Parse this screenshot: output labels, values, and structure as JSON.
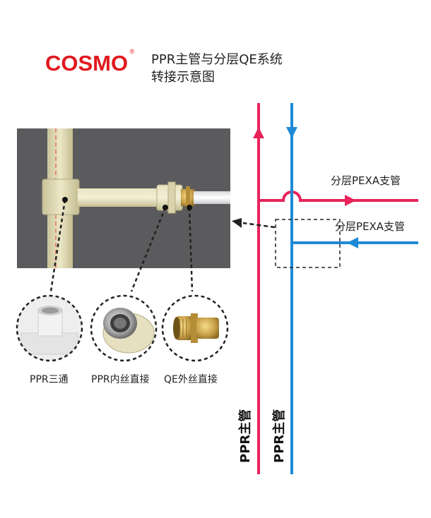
{
  "header": {
    "brand": "COSMO",
    "brand_mark": "®",
    "title_line1": "PPR主管与分层QE系统",
    "title_line2": "转接示意图"
  },
  "photo": {
    "description_icon": "pipe-assembly-photo"
  },
  "fittings": [
    {
      "label": "PPR三通",
      "icon": "ppr-tee-fitting-icon"
    },
    {
      "label": "PPR内丝直接",
      "icon": "ppr-female-thread-coupling-icon"
    },
    {
      "label": "QE外丝直接",
      "icon": "qe-male-thread-coupling-icon"
    }
  ],
  "branches": {
    "upper": "分层PEXA支管",
    "lower": "分层PEXA支管"
  },
  "mains": {
    "red": "PPR主管",
    "blue": "PPR主管"
  },
  "colors": {
    "hot": "#e8245a",
    "cold": "#1e8ad6",
    "photo_bg": "#5b5b5d",
    "brand": "#e1191f"
  }
}
